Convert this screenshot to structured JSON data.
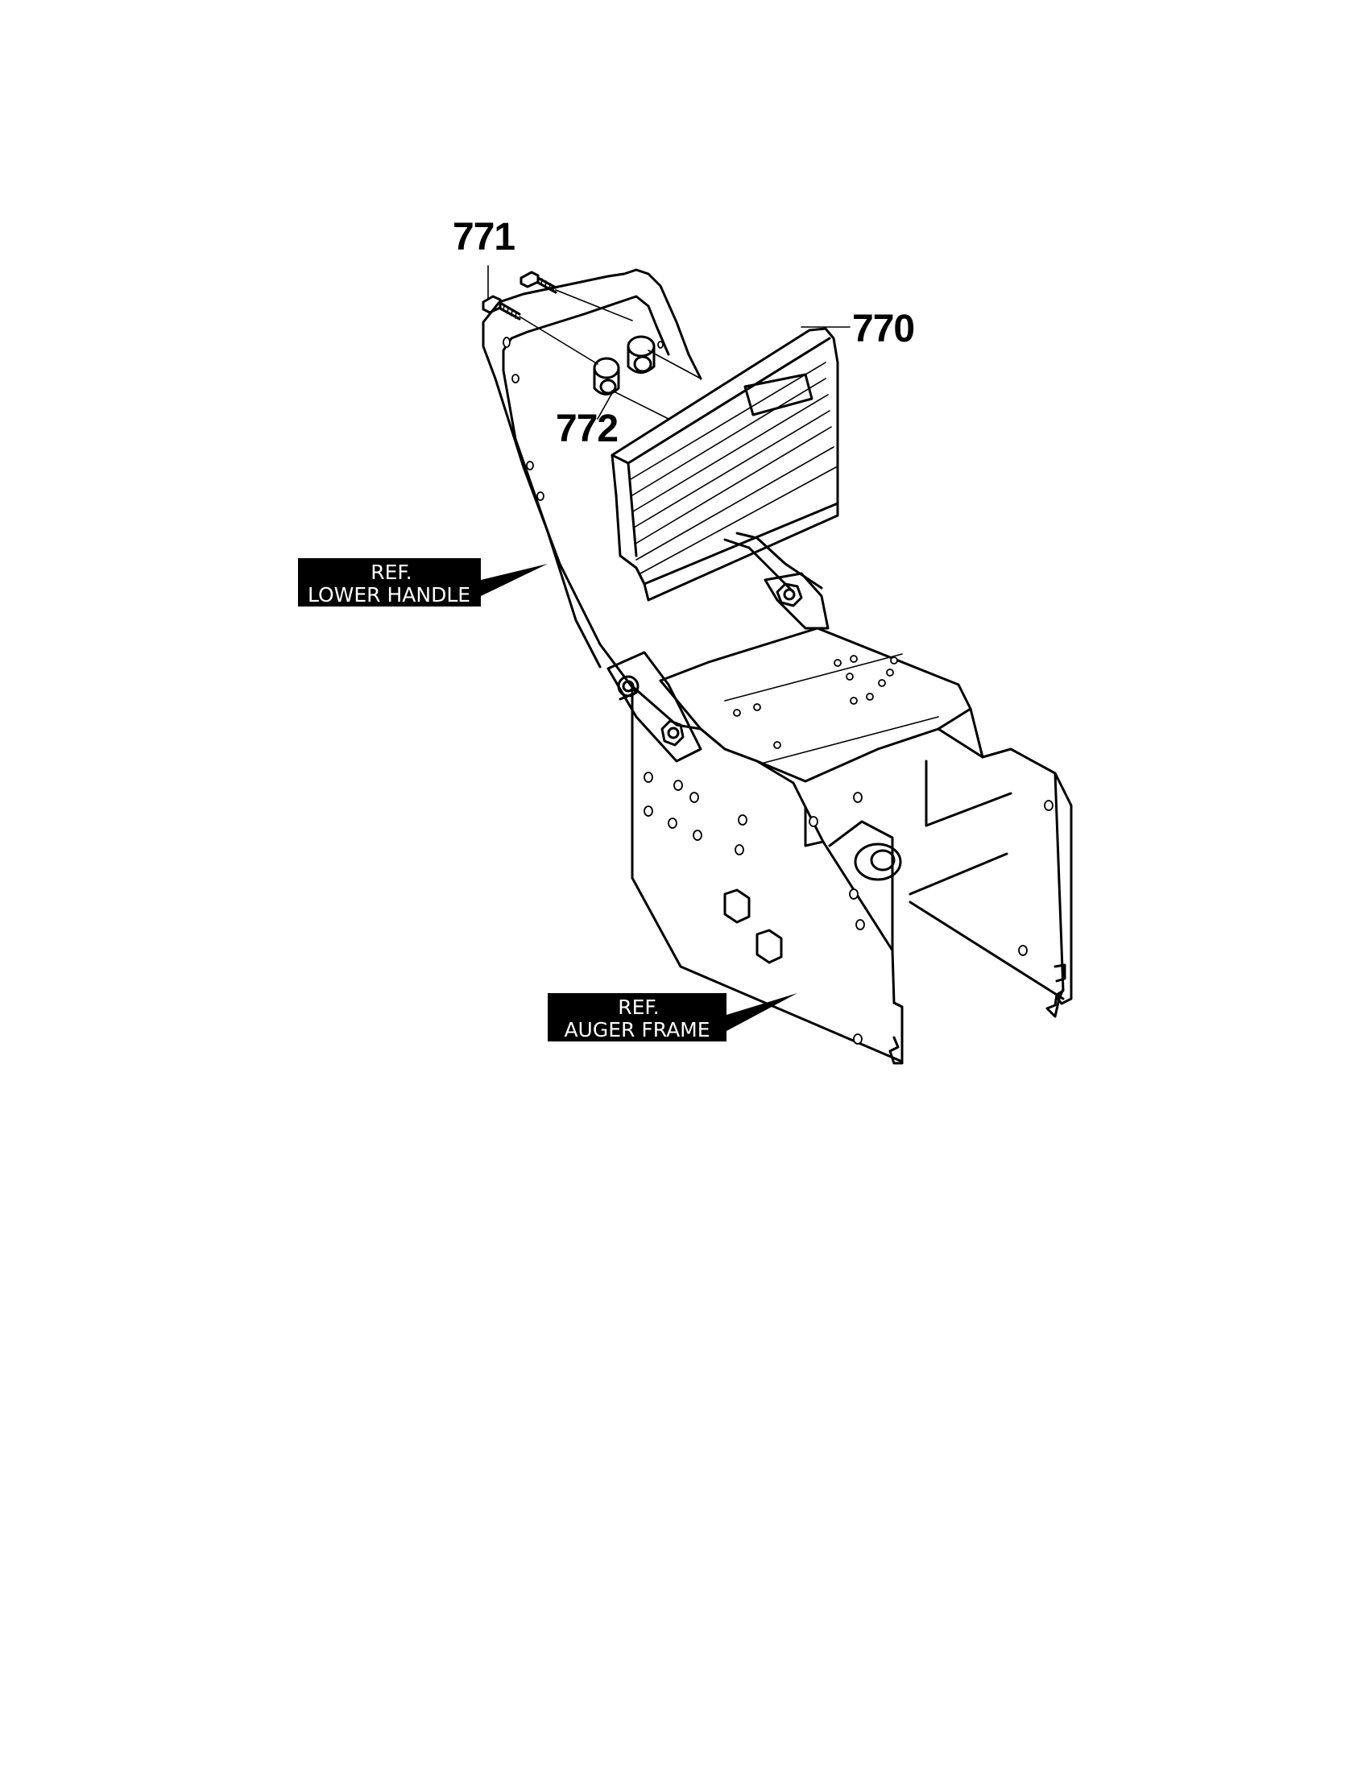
{
  "diagram": {
    "callouts": {
      "part_770": "770",
      "part_771": "771",
      "part_772": "772"
    },
    "reference_labels": {
      "lower_handle": {
        "line1": "REF.",
        "line2": "LOWER HANDLE"
      },
      "auger_frame": {
        "line1": "REF.",
        "line2": "AUGER FRAME"
      }
    },
    "colors": {
      "line": "#000000",
      "label_background": "#000000",
      "label_text": "#ffffff",
      "page_background": "#ffffff"
    }
  }
}
